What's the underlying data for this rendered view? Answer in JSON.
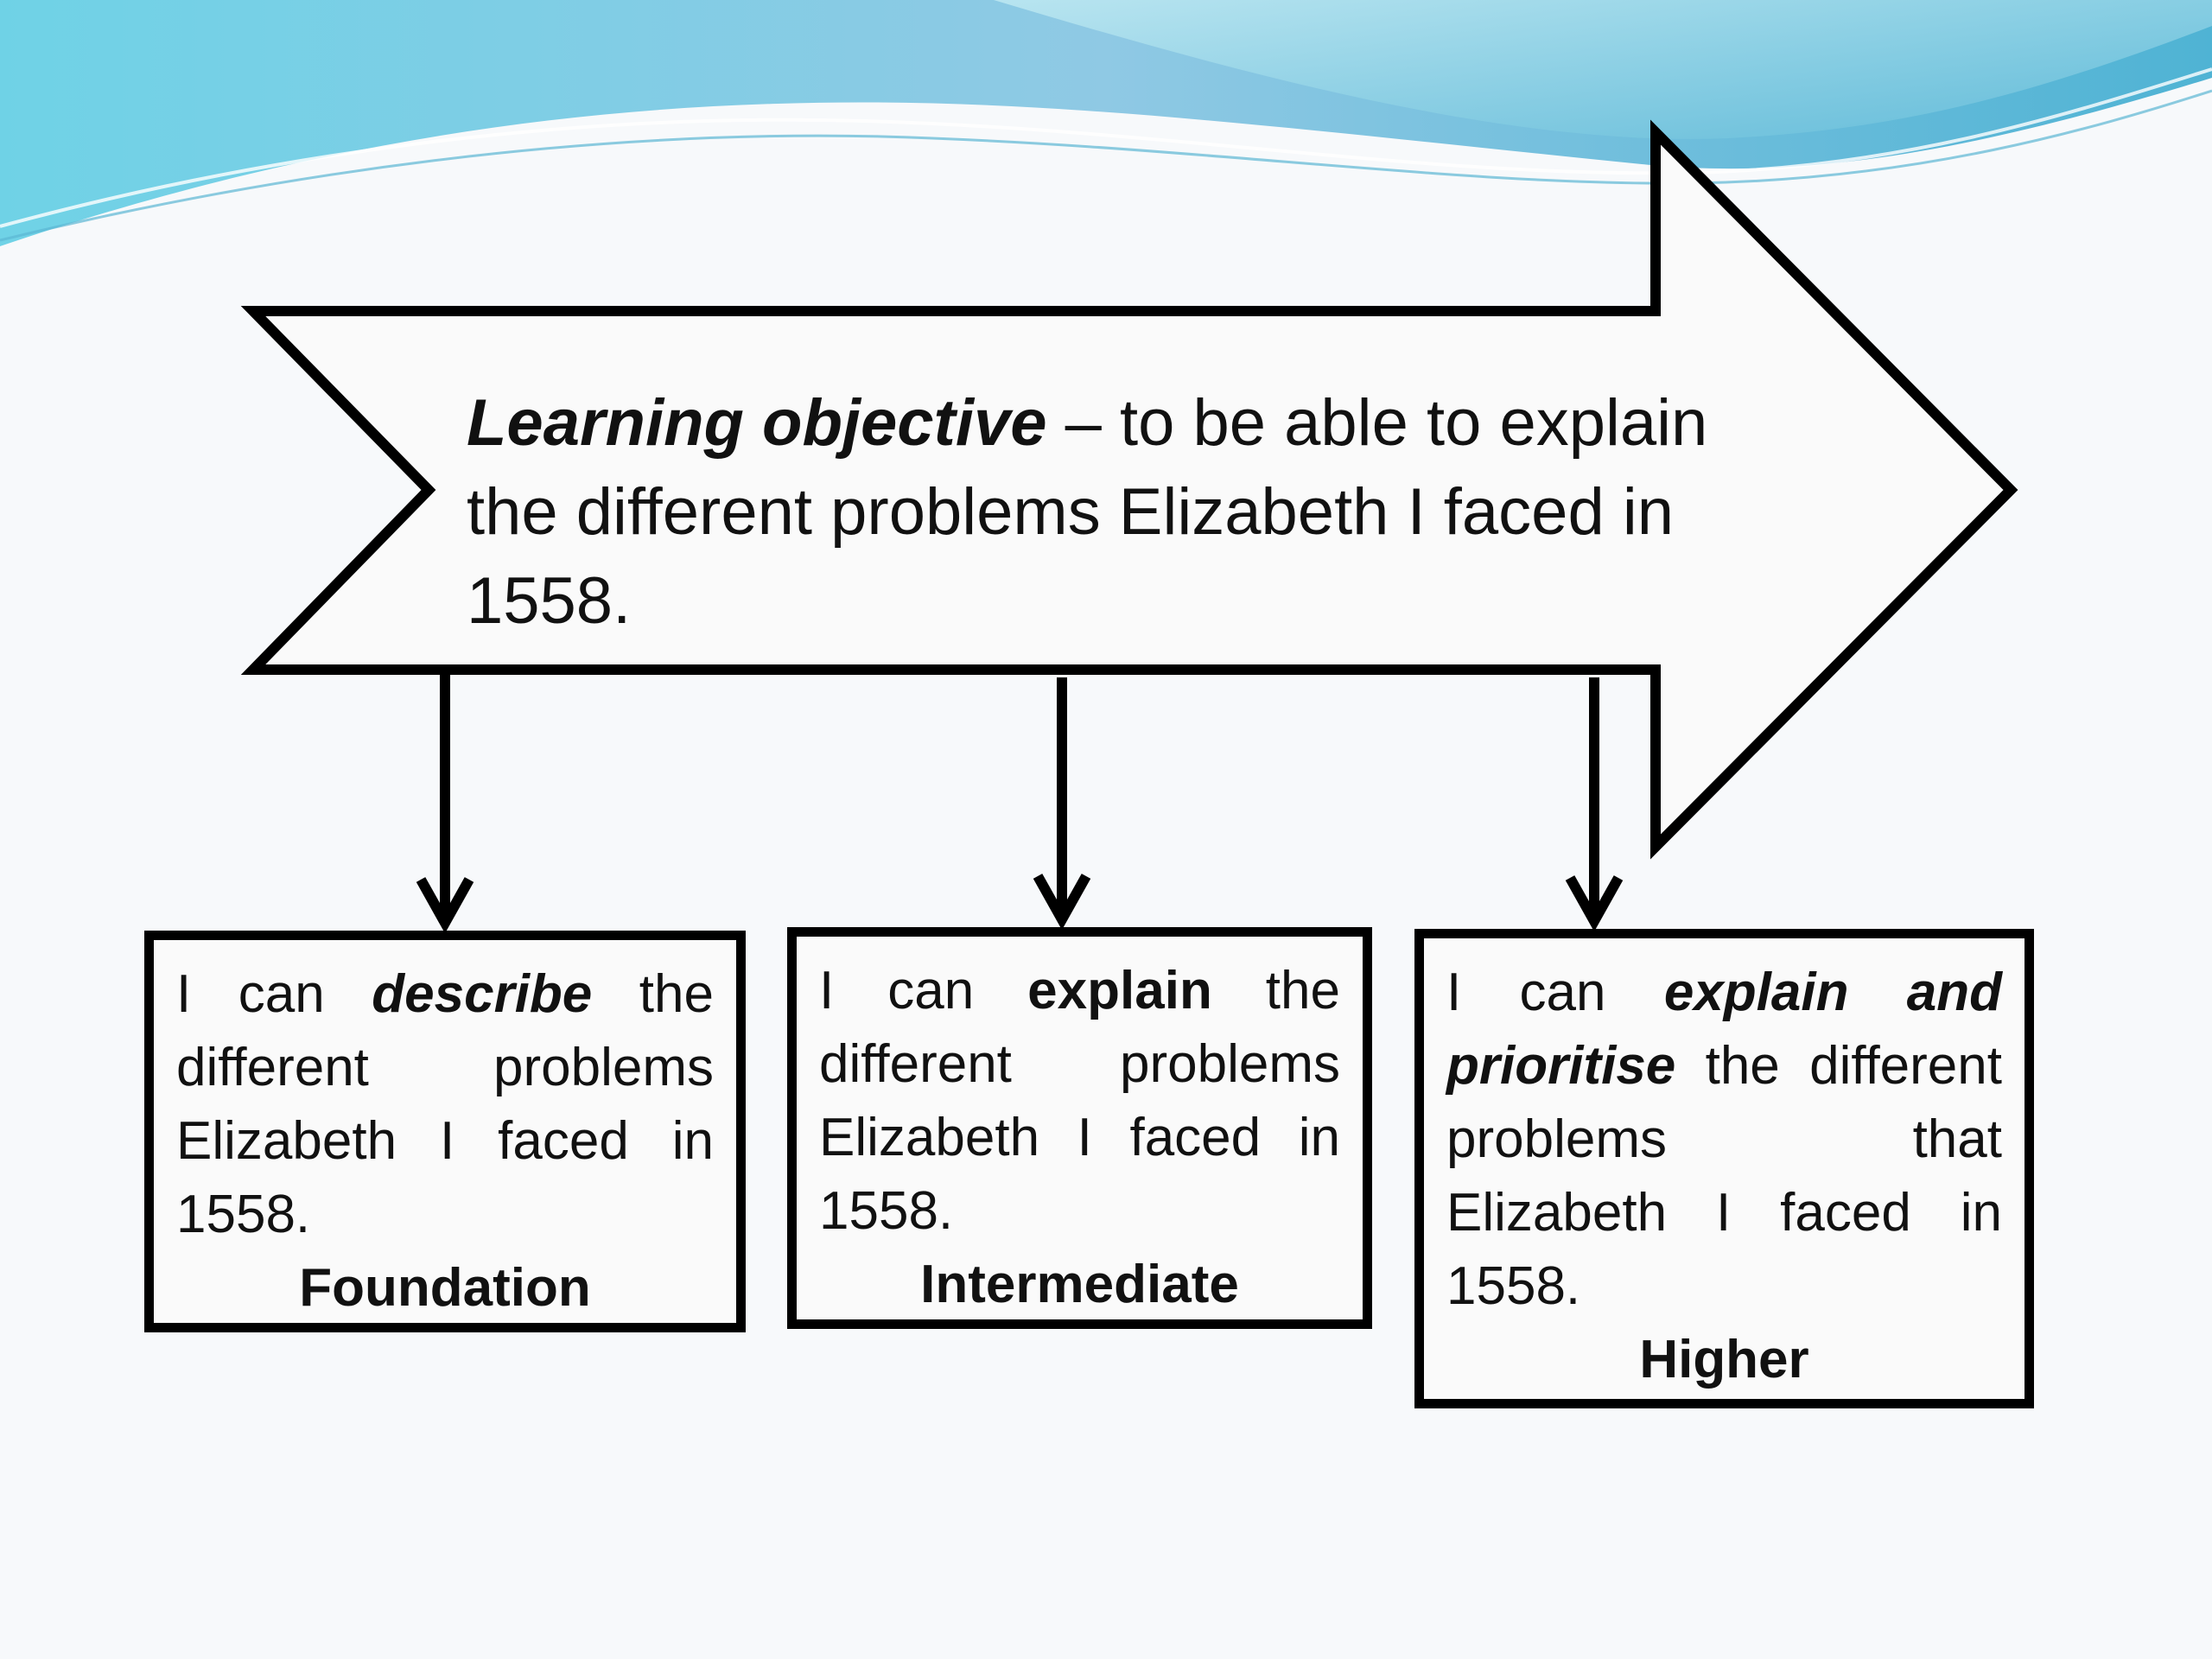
{
  "objective": {
    "emphasis": "Learning objective",
    "rest": " – to be able to explain the different problems Elizabeth I faced in 1558."
  },
  "boxes": [
    {
      "pre": "I can ",
      "verb": "describe",
      "post": " the different problems Elizabeth I faced in",
      "last": "1558.",
      "level": "Foundation"
    },
    {
      "pre": "I can ",
      "verb": "explain",
      "post": " the different problems Elizabeth I faced in",
      "last": "1558.",
      "level": "Intermediate"
    },
    {
      "pre": "I can ",
      "verb": "explain and prioritise",
      "post": " the different problems that Elizabeth I faced in",
      "last": "1558.",
      "level": "Higher"
    }
  ],
  "colors": {
    "wave_light": "#7fd6e8",
    "wave_dark": "#3aa7c9",
    "line": "#000000",
    "background": "#f7f9fb"
  }
}
